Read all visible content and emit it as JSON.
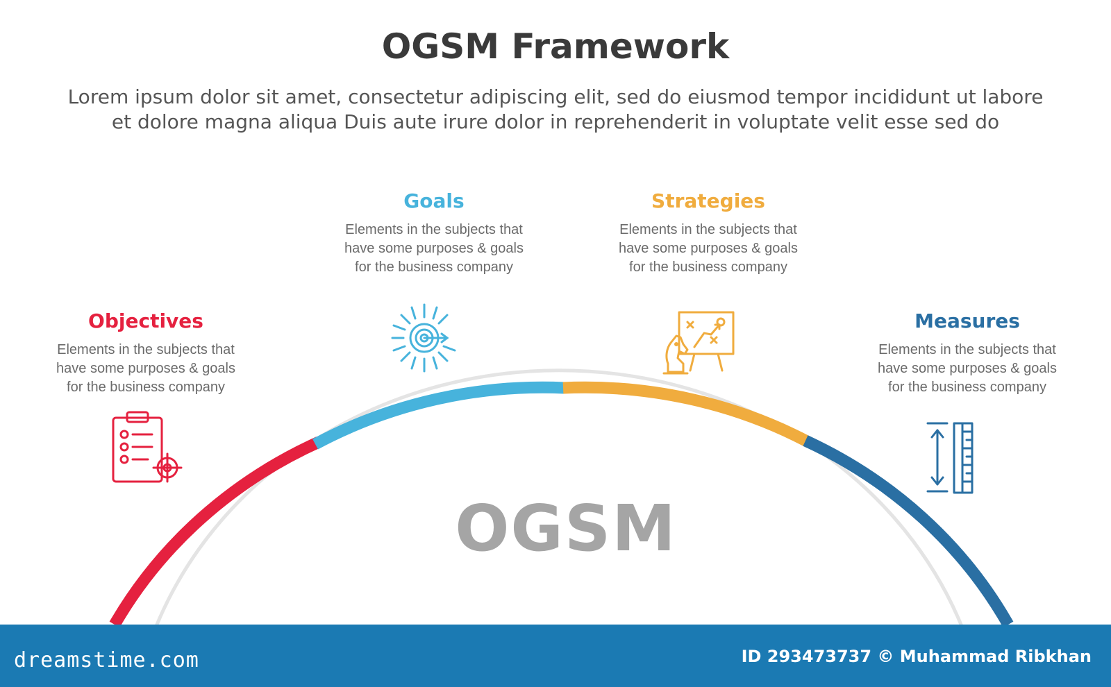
{
  "header": {
    "title": "OGSM Framework",
    "subtitle_lines": [
      "Lorem ipsum dolor sit amet, consectetur adipiscing elit, sed do eiusmod tempor incididunt ut labore",
      "et dolore magna aliqua Duis aute irure dolor in reprehenderit in voluptate velit esse sed do"
    ]
  },
  "center_label": "OGSM",
  "sections": [
    {
      "title": "Objectives",
      "color": "#e5213f",
      "icon": "clipboard-target-icon",
      "desc": [
        "Elements in the subjects that",
        "have  some purposes & goals",
        "for the  business company"
      ]
    },
    {
      "title": "Goals",
      "color": "#47b3dc",
      "icon": "dartboard-target-icon",
      "desc": [
        "Elements in the subjects that",
        "have  some purposes & goals",
        "for the  business company"
      ]
    },
    {
      "title": "Strategies",
      "color": "#f0ac3e",
      "icon": "chess-strategy-board-icon",
      "desc": [
        "Elements in the subjects that",
        "have  some purposes & goals",
        "for the  business company"
      ]
    },
    {
      "title": "Measures",
      "color": "#2a6fa3",
      "icon": "ruler-measure-icon",
      "desc": [
        "Elements in the subjects that",
        "have  some purposes & goals",
        "for the  business company"
      ]
    }
  ],
  "arc_colors": {
    "inner": "#e4e4e4"
  },
  "footer": {
    "brand": "dreamstime.com",
    "credit": "ID 293473737 © Muhammad Ribkhan",
    "background": "#1b7ab3"
  }
}
